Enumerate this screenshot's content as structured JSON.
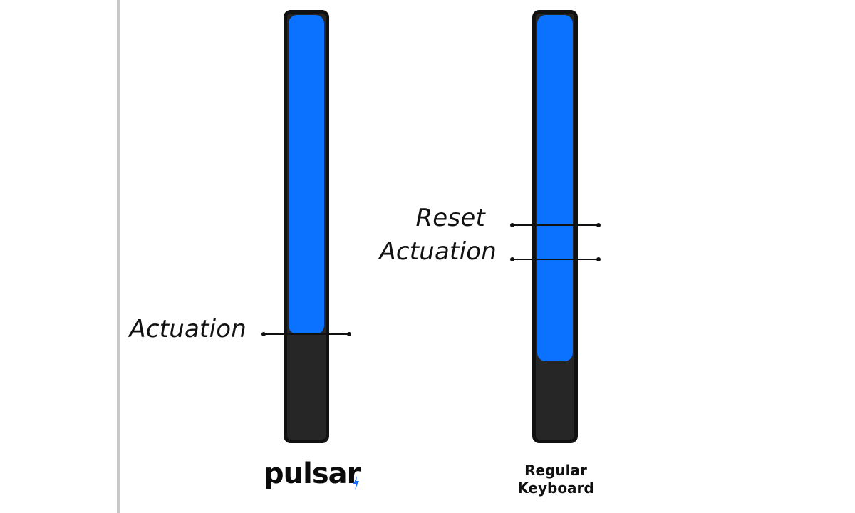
{
  "diagram": {
    "pulsar": {
      "brand_label": "pulsar",
      "brand_color": "#0b0b0b",
      "brand_mark_color": "#0a72ff",
      "fill_color": "#0a72ff",
      "markers": [
        {
          "label": "Actuation"
        }
      ]
    },
    "regular": {
      "caption_line1": "Regular",
      "caption_line2": "Keyboard",
      "fill_color": "#0a72ff",
      "markers": [
        {
          "label": "Reset"
        },
        {
          "label": "Actuation"
        }
      ]
    },
    "tube_color": "#262626"
  }
}
